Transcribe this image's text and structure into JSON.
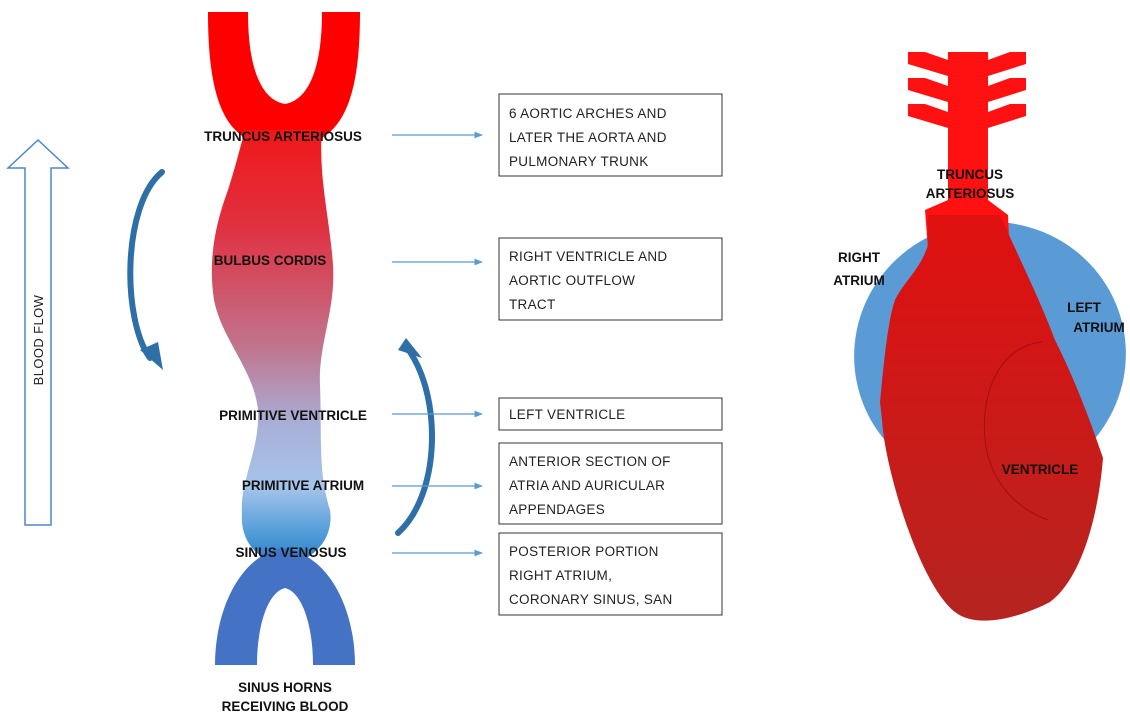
{
  "blood_flow_label": "BLOOD FLOW",
  "tube_labels": {
    "truncus": "TRUNCUS ARTERIOSUS",
    "bulbus": "BULBUS CORDIS",
    "ventricle": "PRIMITIVE VENTRICLE",
    "atrium": "PRIMITIVE ATRIUM",
    "sinus": "SINUS VENOSUS",
    "horns_line1": "SINUS HORNS",
    "horns_line2": "RECEIVING BLOOD"
  },
  "boxes": {
    "truncus": [
      "6 AORTIC ARCHES AND",
      "LATER THE AORTA AND",
      "PULMONARY TRUNK"
    ],
    "bulbus": [
      "RIGHT VENTRICLE AND",
      "AORTIC OUTFLOW",
      "TRACT"
    ],
    "ventricle": [
      "LEFT VENTRICLE"
    ],
    "atrium": [
      "ANTERIOR SECTION OF",
      "ATRIA AND AURICULAR",
      "APPENDAGES"
    ],
    "sinus": [
      "POSTERIOR PORTION",
      "RIGHT ATRIUM,",
      "CORONARY SINUS, SAN"
    ]
  },
  "heart_labels": {
    "truncus_line1": "TRUNCUS",
    "truncus_line2": "ARTERIOSUS",
    "right_atrium_line1": "RIGHT",
    "right_atrium_line2": "ATRIUM",
    "left_atrium_line1": "LEFT",
    "left_atrium_line2": "ATRIUM",
    "ventricle": "VENTRICLE"
  },
  "colors": {
    "arterial_red": "#ff0000",
    "heart_red": "#dd1515",
    "venous_blue": "#4472c4",
    "atrium_blue": "#5b9bd5",
    "connector_arrow": "#5b9bd5",
    "curved_arrow": "#2e6fa8"
  }
}
